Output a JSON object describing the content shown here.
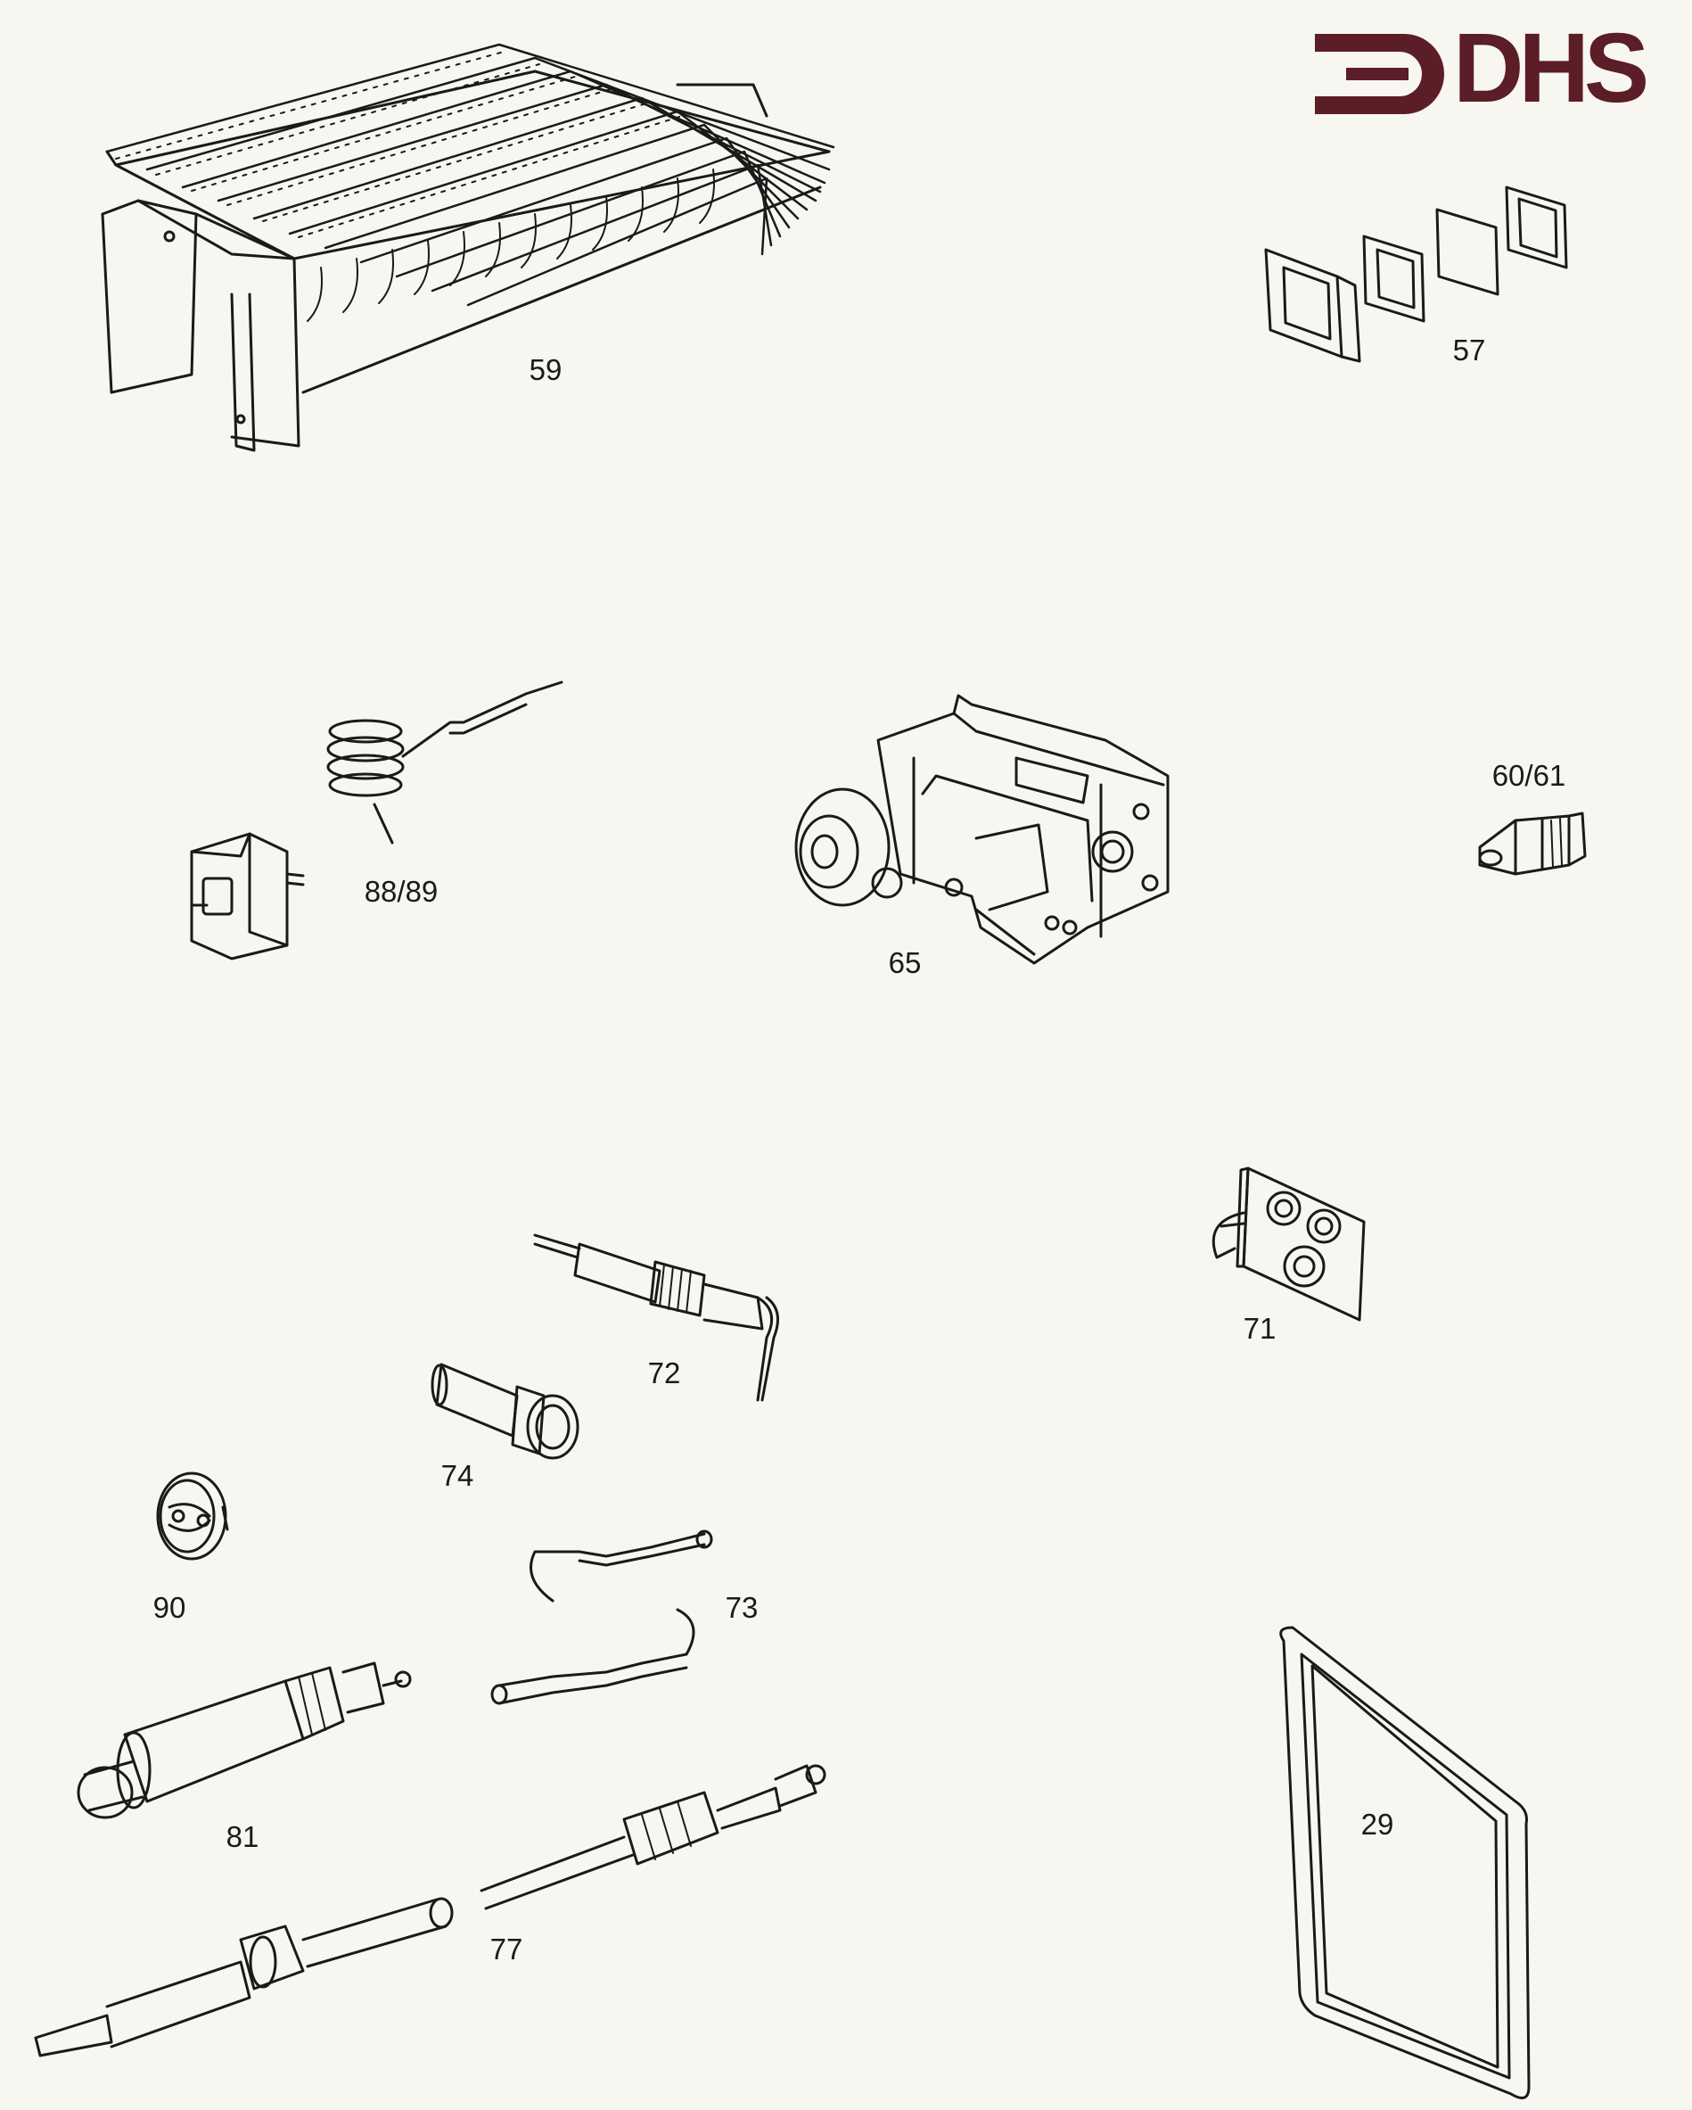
{
  "brand": {
    "name": "DHS",
    "color": "#5b1d26"
  },
  "parts": [
    {
      "id": "59",
      "label": "59",
      "name": "heat-exchanger-icon"
    },
    {
      "id": "57",
      "label": "57",
      "name": "gasket-set-icon"
    },
    {
      "id": "88/89",
      "label": "88/89",
      "name": "thermostat-with-capillary-icon"
    },
    {
      "id": "65",
      "label": "65",
      "name": "gas-valve-icon"
    },
    {
      "id": "60/61",
      "label": "60/61",
      "name": "injector-nozzle-icon"
    },
    {
      "id": "71",
      "label": "71",
      "name": "burner-plate-icon"
    },
    {
      "id": "72",
      "label": "72",
      "name": "ignition-electrode-icon"
    },
    {
      "id": "74",
      "label": "74",
      "name": "sleeve-icon"
    },
    {
      "id": "90",
      "label": "90",
      "name": "knob-icon"
    },
    {
      "id": "73",
      "label": "73",
      "name": "ignition-lead-icon"
    },
    {
      "id": "81",
      "label": "81",
      "name": "magnet-unit-icon"
    },
    {
      "id": "77",
      "label": "77",
      "name": "thermocouple-icon"
    },
    {
      "id": "29",
      "label": "29",
      "name": "door-seal-icon"
    }
  ]
}
